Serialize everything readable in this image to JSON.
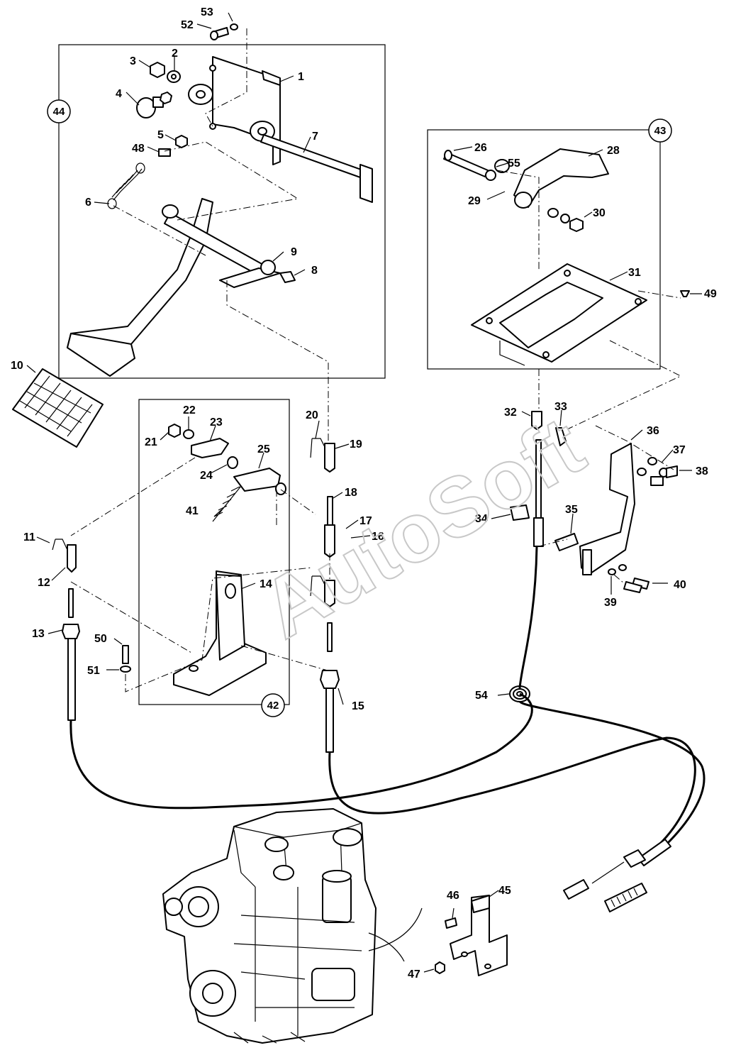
{
  "diagram": {
    "watermark": "AutoSoft",
    "groups": [
      {
        "id": "44",
        "label": "44"
      },
      {
        "id": "43",
        "label": "43"
      },
      {
        "id": "42",
        "label": "42"
      }
    ],
    "callouts": [
      "1",
      "2",
      "3",
      "4",
      "5",
      "6",
      "7",
      "8",
      "9",
      "10",
      "11",
      "12",
      "13",
      "14",
      "15",
      "16",
      "17",
      "18",
      "19",
      "20",
      "21",
      "22",
      "23",
      "24",
      "25",
      "26",
      "28",
      "29",
      "30",
      "31",
      "32",
      "33",
      "34",
      "35",
      "36",
      "37",
      "38",
      "39",
      "40",
      "41",
      "45",
      "46",
      "47",
      "48",
      "49",
      "50",
      "51",
      "52",
      "53",
      "54",
      "55"
    ]
  }
}
